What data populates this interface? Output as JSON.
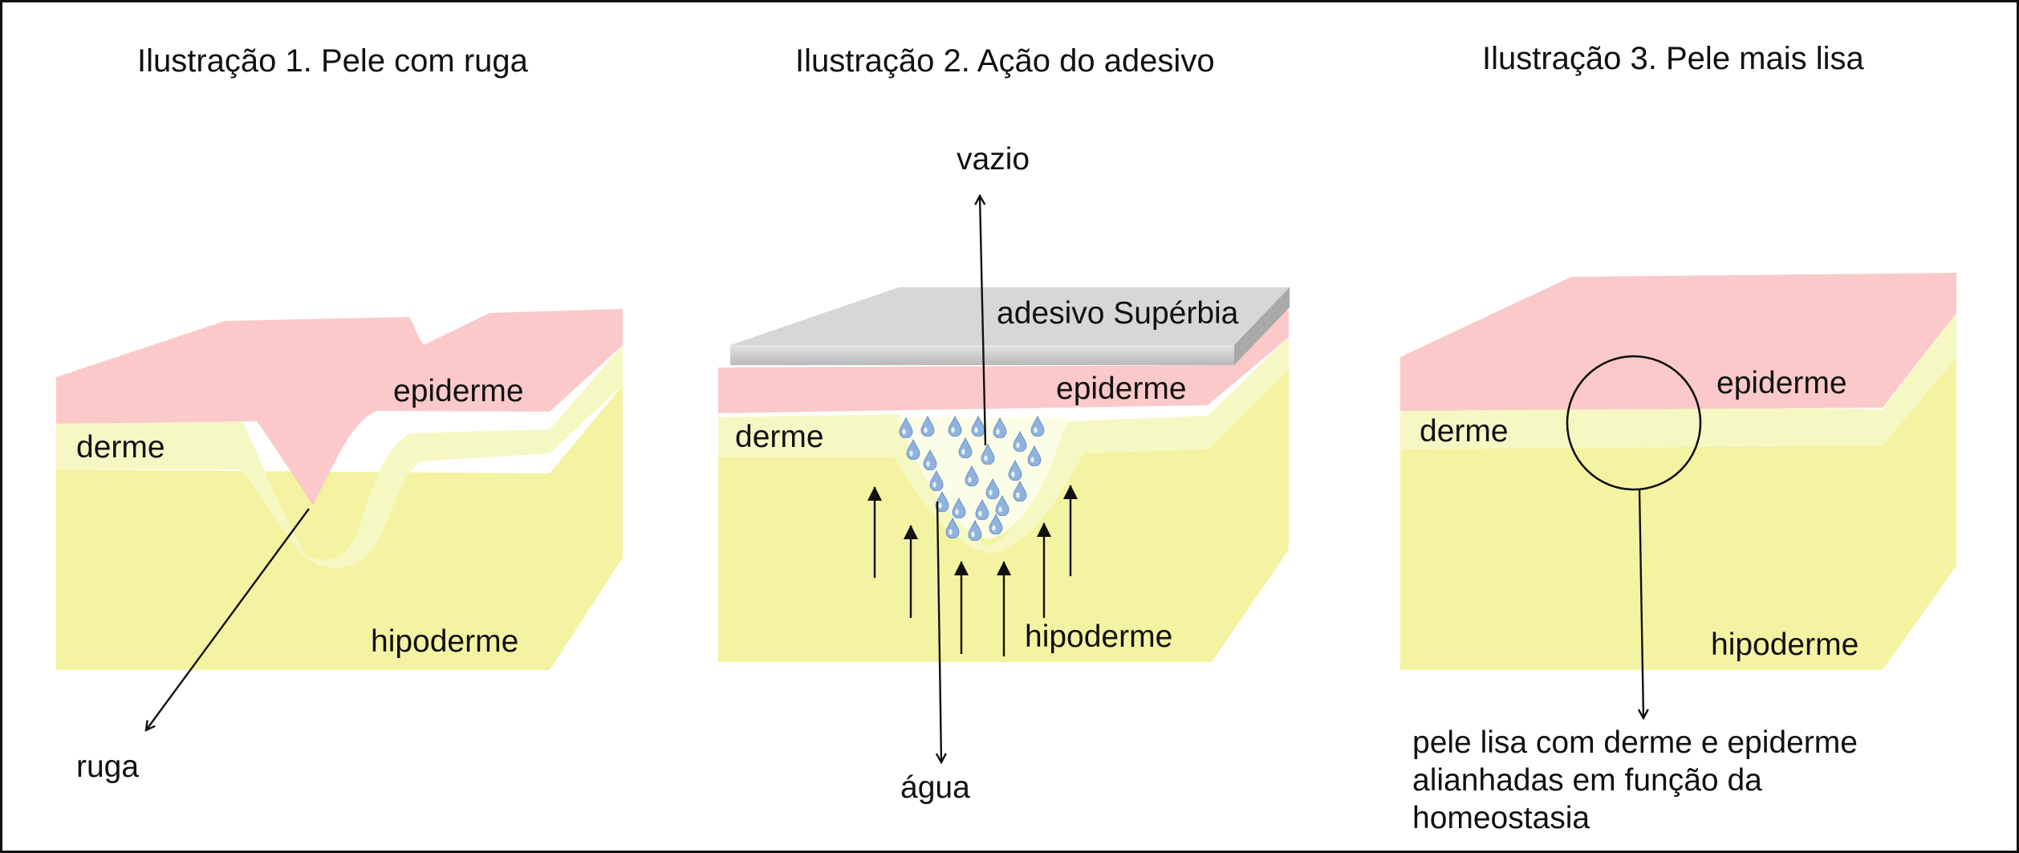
{
  "colors": {
    "epiderme": "#fbc9c9",
    "derme": "#f6f8c4",
    "hipoderme": "#f4f3a2",
    "adesivo": "#c8c8c8",
    "water_drop": "#8fb3de",
    "line": "#111111"
  },
  "panels": [
    {
      "title": "Ilustração 1. Pele com ruga",
      "labels": {
        "epiderme": "epiderme",
        "derme": "derme",
        "hipoderme": "hipoderme"
      },
      "callout": "ruga"
    },
    {
      "title": "Ilustração 2. Ação do adesivo",
      "labels": {
        "epiderme": "epiderme",
        "derme": "derme",
        "hipoderme": "hipoderme"
      },
      "adesivo": "adesivo Supérbia",
      "callout_top": "vazio",
      "callout_bottom": "água"
    },
    {
      "title": "Ilustração 3. Pele mais lisa",
      "labels": {
        "epiderme": "epiderme",
        "derme": "derme",
        "hipoderme": "hipoderme"
      },
      "callout_lines": [
        "pele lisa com derme e epiderme",
        "alianhadas em função da",
        "homeostasia"
      ]
    }
  ]
}
